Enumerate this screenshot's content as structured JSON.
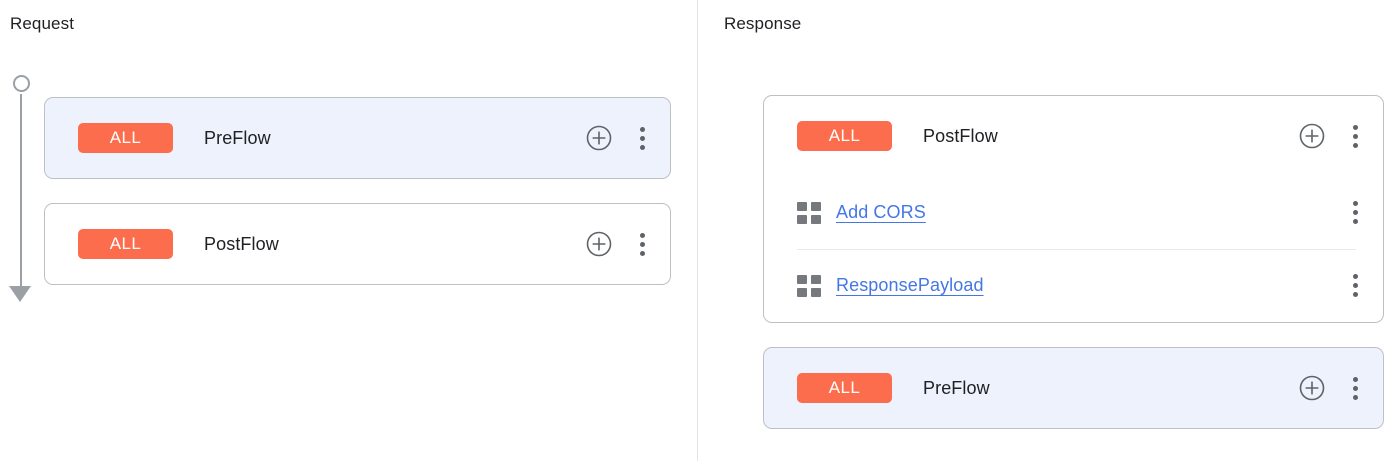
{
  "colors": {
    "verb_badge_bg": "#fb6d4c",
    "verb_badge_text": "#ffffff",
    "link": "#4476e5",
    "selected_card_bg": "#edf2fd",
    "card_border": "#bdc1c6",
    "rail": "#9aa0a6",
    "divider": "#e4e5e7",
    "icon": "#5f6368",
    "text": "#202124"
  },
  "panels": [
    {
      "id": "request",
      "title": "Request",
      "rail": {
        "start_marker": "circle",
        "end_marker": "arrow-down",
        "direction": "downward"
      },
      "cards": [
        {
          "selected": true,
          "header": {
            "verb": "ALL",
            "name": "PreFlow",
            "add_icon": "plus-circle-icon",
            "menu_icon": "kebab-menu-icon"
          },
          "policies": []
        },
        {
          "selected": false,
          "header": {
            "verb": "ALL",
            "name": "PostFlow",
            "add_icon": "plus-circle-icon",
            "menu_icon": "kebab-menu-icon"
          },
          "policies": []
        }
      ]
    },
    {
      "id": "response",
      "title": "Response",
      "rail": {
        "start_marker": "arrow-up",
        "end_marker": "circle",
        "direction": "upward"
      },
      "cards": [
        {
          "selected": false,
          "header": {
            "verb": "ALL",
            "name": "PostFlow",
            "add_icon": "plus-circle-icon",
            "menu_icon": "kebab-menu-icon"
          },
          "policies": [
            {
              "icon": "policy-grid-icon",
              "label": "Add CORS",
              "menu_icon": "kebab-menu-icon"
            },
            {
              "icon": "policy-grid-icon",
              "label": "ResponsePayload",
              "menu_icon": "kebab-menu-icon"
            }
          ]
        },
        {
          "selected": true,
          "header": {
            "verb": "ALL",
            "name": "PreFlow",
            "add_icon": "plus-circle-icon",
            "menu_icon": "kebab-menu-icon"
          },
          "policies": []
        }
      ]
    }
  ]
}
